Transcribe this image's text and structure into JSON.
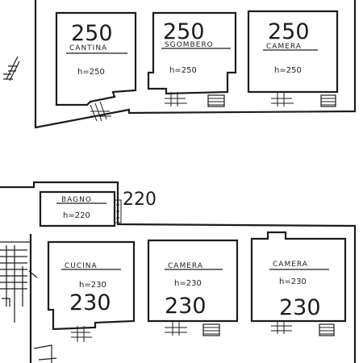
{
  "upper_floor": {
    "rooms": [
      {
        "level": "250",
        "name": "CANTINA",
        "height": "h=250"
      },
      {
        "level": "250",
        "name": "SGOMBERO",
        "height": "h=250"
      },
      {
        "level": "250",
        "name": "CAMERA",
        "height": "h=250"
      }
    ]
  },
  "lower_floor": {
    "bathroom": {
      "name": "BAGNO",
      "height": "h=220",
      "level": "220"
    },
    "rooms": [
      {
        "level": "230",
        "name": "CUCINA",
        "height": "h=230"
      },
      {
        "level": "230",
        "name": "CAMERA",
        "height": "h=230"
      },
      {
        "level": "230",
        "name": "CAMERA",
        "height": "h=230"
      }
    ]
  }
}
